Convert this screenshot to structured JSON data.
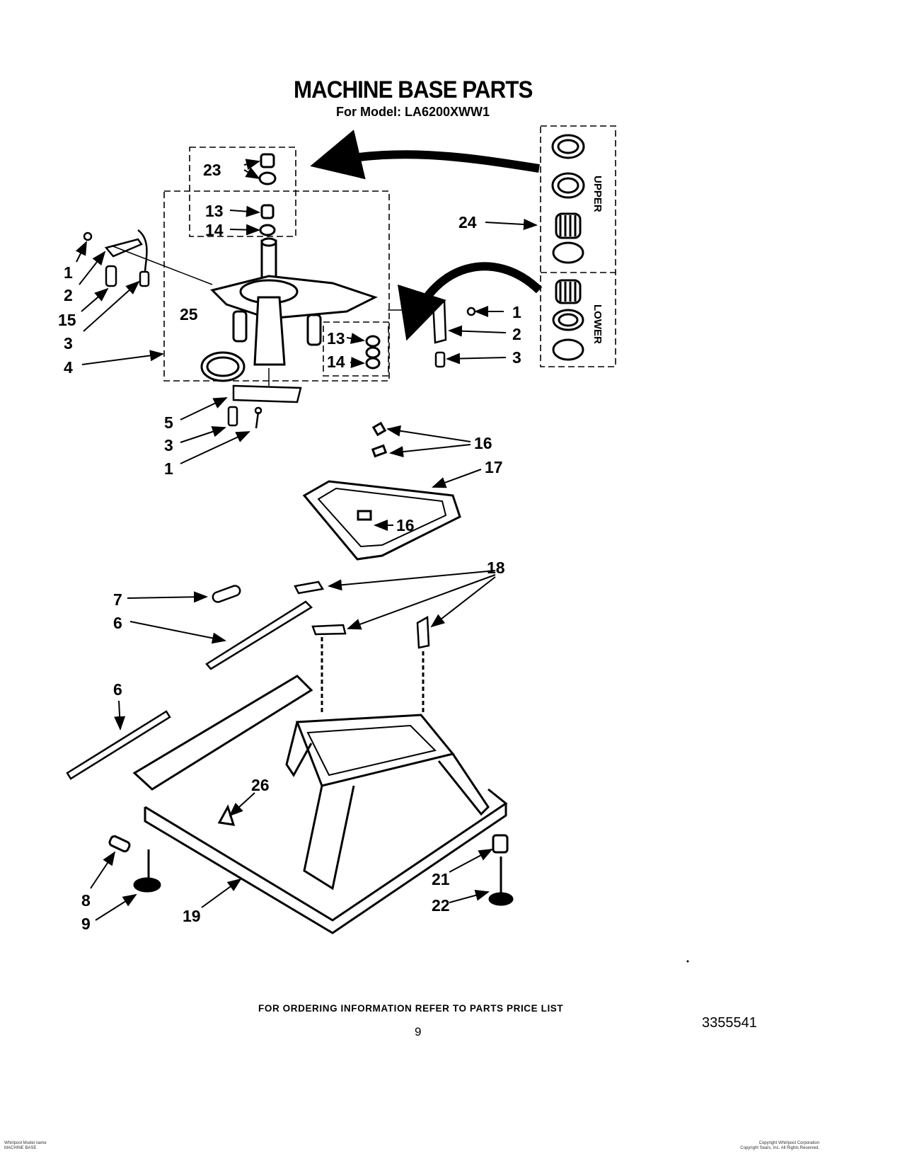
{
  "title": "MACHINE BASE PARTS",
  "subtitle": "For Model: LA6200XWW1",
  "kit_labels": {
    "upper": "UPPER",
    "lower": "LOWER"
  },
  "callouts": [
    "23",
    "13",
    "14",
    "24",
    "1",
    "2",
    "15",
    "3",
    "4",
    "25",
    "13",
    "14",
    "1",
    "2",
    "3",
    "5",
    "3",
    "1",
    "16",
    "17",
    "16",
    "18",
    "7",
    "6",
    "6",
    "26",
    "8",
    "9",
    "19",
    "21",
    "22"
  ],
  "footer": {
    "ordering_info": "FOR ORDERING INFORMATION REFER TO PARTS PRICE LIST",
    "page_number": "9",
    "document_number": "3355541",
    "fine_left": [
      "Whirlpool Model name",
      "MACHINE BASE"
    ],
    "fine_right": [
      "Copyright Whirlpool Corporation",
      "Copyright Sears, Inc. All Rights Reserved."
    ]
  }
}
